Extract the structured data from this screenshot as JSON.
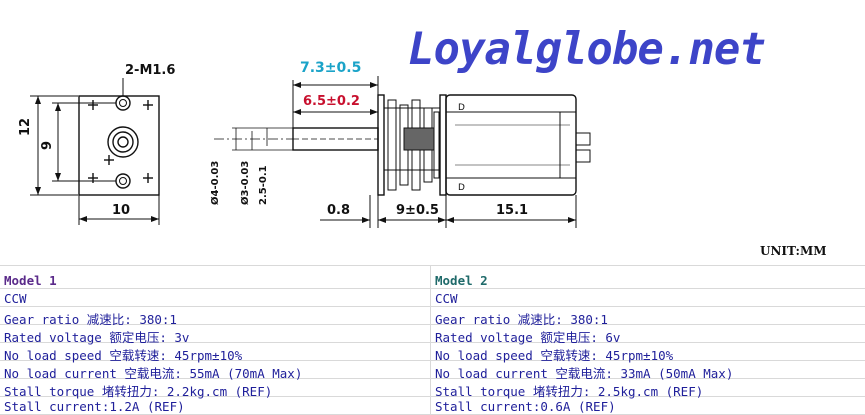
{
  "brand": {
    "watermark": "Loyalglobe.net"
  },
  "drawing": {
    "holes_label": "2-M1.6",
    "height_outer": "12",
    "height_inner": "9",
    "width_front": "10",
    "shaft_length_outer": "7.3±0.5",
    "shaft_length_inner": "6.5±0.2",
    "dia_shaft": "Ø4-0.03",
    "dia_shaft2": "Ø3-0.03",
    "flat": "2.5-0.1",
    "offset": "0.8",
    "gearbox_length": "9±0.5",
    "motor_length": "15.1",
    "unit": "UNIT:MM",
    "colors": {
      "blue_dim": "#1aa3c8",
      "red_dim": "#c8102e"
    }
  },
  "model1": {
    "title": "Model 1",
    "direction": "CCW",
    "gear_ratio": "Gear ratio 减速比: 380:1",
    "rated_voltage": "Rated voltage 额定电压:  3v",
    "no_load_speed": "No load speed 空载转速: 45rpm±10%",
    "no_load_current": "No load current 空载电流: 55mA (70mA Max)",
    "stall_torque": "Stall torque 堵转扭力: 2.2kg.cm (REF)",
    "stall_current": "Stall current:1.2A (REF)"
  },
  "model2": {
    "title": "Model 2",
    "direction": "CCW",
    "gear_ratio": "Gear ratio 减速比: 380:1",
    "rated_voltage": "Rated voltage 额定电压:  6v",
    "no_load_speed": "No load speed 空载转速: 45rpm±10%",
    "no_load_current": "No load current 空载电流: 33mA (50mA Max)",
    "stall_torque": "Stall torque 堵转扭力: 2.5kg.cm (REF)",
    "stall_current": "Stall current:0.6A (REF)"
  }
}
